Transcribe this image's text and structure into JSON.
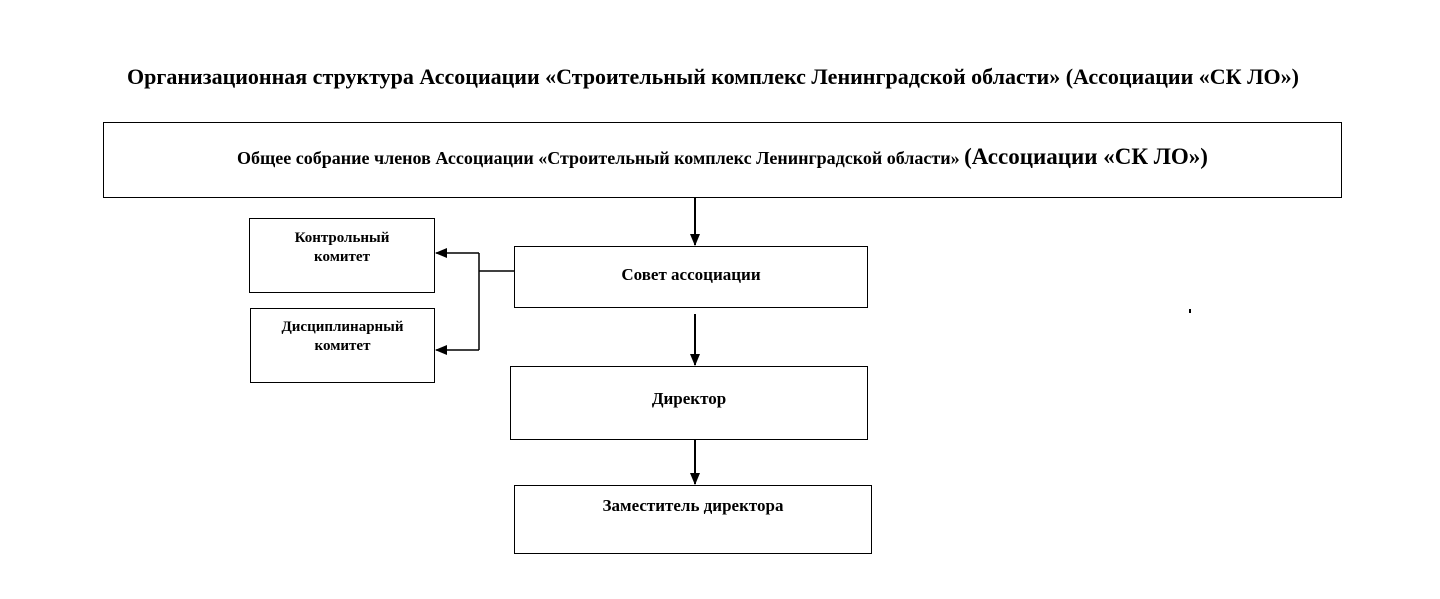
{
  "title": "Организационная структура Ассоциации «Строительный комплекс Ленинградской области» (Ассоциации «СК ЛО»)",
  "boxes": {
    "assembly": {
      "label_main": "Общее собрание членов Ассоциации «Строительный комплекс Ленинградской области» ",
      "label_suffix": "(Ассоциации «СК ЛО»)"
    },
    "council": {
      "label": "Совет ассоциации"
    },
    "control": {
      "label": "Контрольный комитет"
    },
    "discipline": {
      "label": "Дисциплинарный комитет"
    },
    "director": {
      "label": "Директор"
    },
    "deputy": {
      "label": "Заместитель директора"
    }
  },
  "connections": [
    {
      "from": "assembly",
      "to": "council"
    },
    {
      "from": "council",
      "to": "control"
    },
    {
      "from": "council",
      "to": "discipline"
    },
    {
      "from": "council",
      "to": "director"
    },
    {
      "from": "director",
      "to": "deputy"
    }
  ]
}
